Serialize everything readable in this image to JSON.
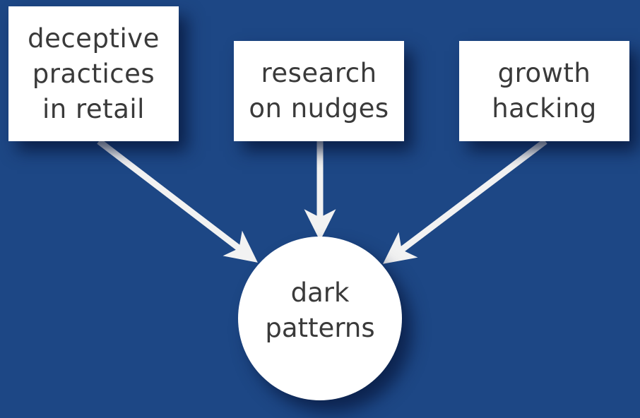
{
  "diagram": {
    "background_color": "#1d4785",
    "arrow_color": "#f2f2f2",
    "sources": [
      {
        "id": "deceptive-practices",
        "lines": [
          "deceptive",
          "practices",
          "in retail"
        ]
      },
      {
        "id": "research-nudges",
        "lines": [
          "research",
          "on nudges"
        ]
      },
      {
        "id": "growth-hacking",
        "lines": [
          "growth",
          "hacking"
        ]
      }
    ],
    "target": {
      "id": "dark-patterns",
      "lines": [
        "dark",
        "patterns"
      ]
    },
    "edges": [
      {
        "from": "deceptive-practices",
        "to": "dark-patterns"
      },
      {
        "from": "research-nudges",
        "to": "dark-patterns"
      },
      {
        "from": "growth-hacking",
        "to": "dark-patterns"
      }
    ]
  }
}
